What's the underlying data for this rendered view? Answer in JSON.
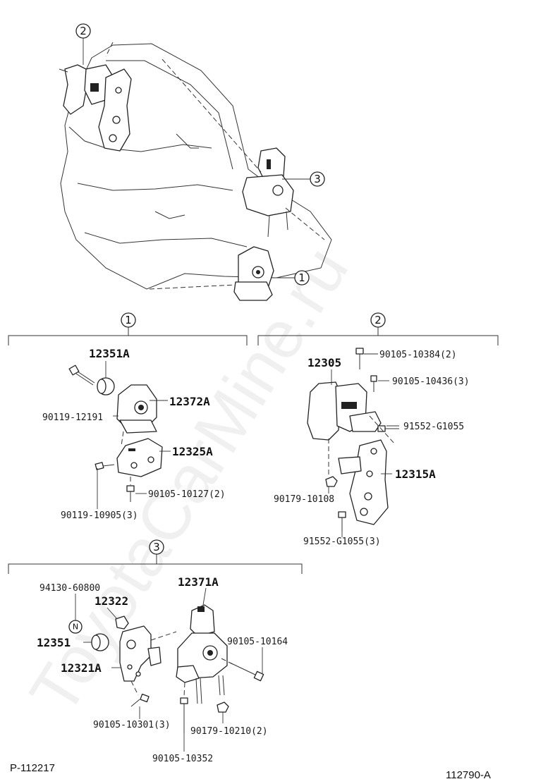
{
  "watermark": "ToyotaCarMine.ru",
  "footer": {
    "left": "P-112217",
    "right": "112790-A"
  },
  "callouts": {
    "one": "1",
    "two": "2",
    "three": "3"
  },
  "group1": {
    "parts": [
      {
        "id": "12351A",
        "bold": true
      },
      {
        "id": "12372A",
        "bold": true
      },
      {
        "id": "12325A",
        "bold": true
      },
      {
        "id": "90119-12191",
        "bold": false
      },
      {
        "id": "90105-10127(2)",
        "bold": false
      },
      {
        "id": "90119-10905(3)",
        "bold": false
      }
    ]
  },
  "group2": {
    "parts": [
      {
        "id": "90105-10384(2)",
        "bold": false
      },
      {
        "id": "12305",
        "bold": true
      },
      {
        "id": "90105-10436(3)",
        "bold": false
      },
      {
        "id": "91552-G1055",
        "bold": false
      },
      {
        "id": "12315A",
        "bold": true
      },
      {
        "id": "90179-10108",
        "bold": false
      },
      {
        "id": "91552-G1055(3)",
        "bold": false
      }
    ]
  },
  "group3": {
    "parts": [
      {
        "id": "94130-60800",
        "bold": false
      },
      {
        "id": "12371A",
        "bold": true
      },
      {
        "id": "12322",
        "bold": true
      },
      {
        "id": "12351",
        "bold": true
      },
      {
        "id": "90105-10164",
        "bold": false
      },
      {
        "id": "12321A",
        "bold": true
      },
      {
        "id": "90105-10301(3)",
        "bold": false
      },
      {
        "id": "90179-10210(2)",
        "bold": false
      },
      {
        "id": "90105-10352",
        "bold": false
      }
    ]
  },
  "nut_mark": "N"
}
